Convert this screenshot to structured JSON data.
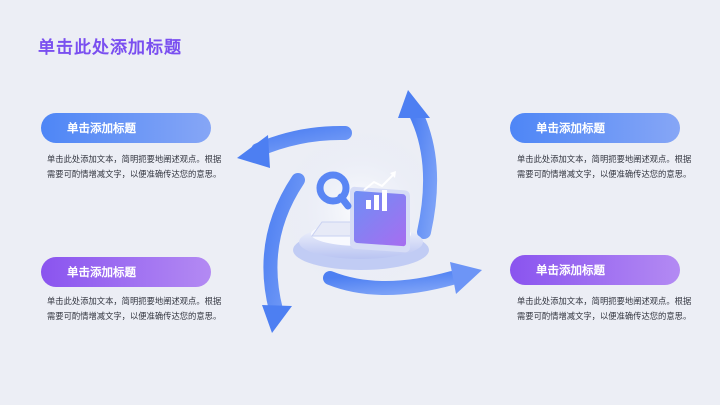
{
  "slide": {
    "title": "单击此处添加标题"
  },
  "items": [
    {
      "heading": "单击添加标题",
      "body": "单击此处添加文本，简明扼要地阐述观点。根据需要可酌情增减文字，以便准确传达您的意思。"
    },
    {
      "heading": "单击添加标题",
      "body": "单击此处添加文本，简明扼要地阐述观点。根据需要可酌情增减文字，以便准确传达您的意思。"
    },
    {
      "heading": "单击添加标题",
      "body": "单击此处添加文本，简明扼要地阐述观点。根据需要可酌情增减文字，以便准确传达您的意思。"
    },
    {
      "heading": "单击添加标题",
      "body": "单击此处添加文本，简明扼要地阐述观点。根据需要可酌情增减文字，以便准确传达您的意思。"
    }
  ],
  "colors": {
    "title": "#7a4ff0",
    "blue": "#4e86f6",
    "purple": "#8a54ef",
    "arrow": "#5b8cf5"
  },
  "center_graphic": {
    "icons": [
      "search-icon",
      "laptop-icon",
      "bar-chart-icon"
    ]
  }
}
